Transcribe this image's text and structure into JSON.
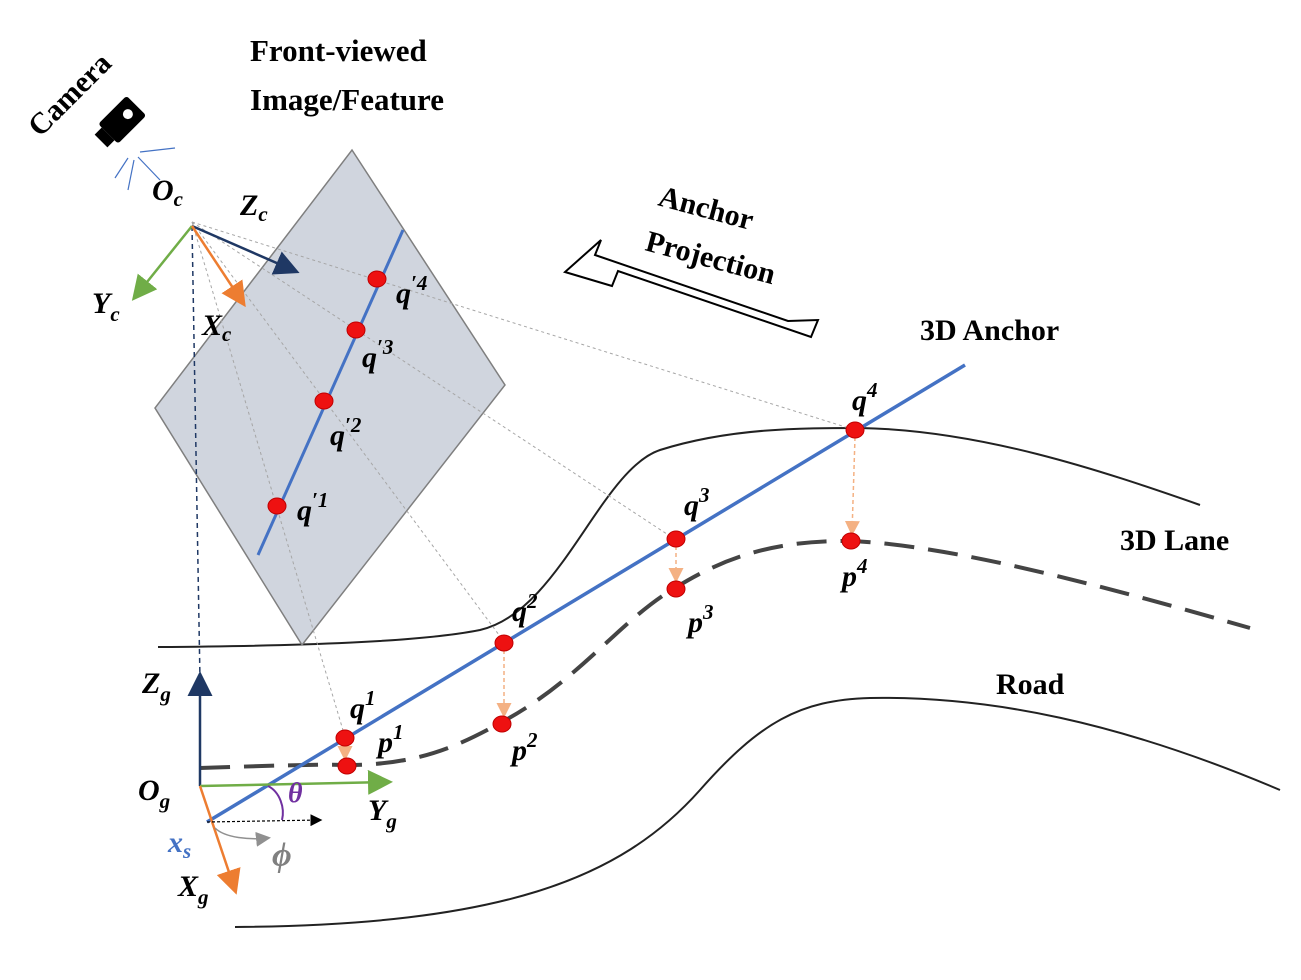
{
  "labels": {
    "camera": "Camera",
    "image_title_line1": "Front-viewed",
    "image_title_line2": "Image/Feature",
    "anchor_projection_line1": "Anchor",
    "anchor_projection_line2": "Projection",
    "anchor_3d": "3D Anchor",
    "lane_3d": "3D Lane",
    "road": "Road"
  },
  "camera_frame": {
    "origin": "O",
    "origin_sub": "c",
    "z_axis": "Z",
    "z_sub": "c",
    "y_axis": "Y",
    "y_sub": "c",
    "x_axis": "X",
    "x_sub": "c"
  },
  "ground_frame": {
    "origin": "O",
    "origin_sub": "g",
    "z_axis": "Z",
    "z_sub": "g",
    "y_axis": "Y",
    "y_sub": "g",
    "x_axis": "X",
    "x_sub": "g",
    "theta": "θ",
    "phi": "ϕ",
    "start": "x",
    "start_sub": "s"
  },
  "anchor_points": [
    {
      "base": "q",
      "sup": "1"
    },
    {
      "base": "q",
      "sup": "2"
    },
    {
      "base": "q",
      "sup": "3"
    },
    {
      "base": "q",
      "sup": "4"
    }
  ],
  "projected_points": [
    {
      "base": "q",
      "sup": "′1"
    },
    {
      "base": "q",
      "sup": "′2"
    },
    {
      "base": "q",
      "sup": "′3"
    },
    {
      "base": "q",
      "sup": "′4"
    }
  ],
  "lane_points": [
    {
      "base": "p",
      "sup": "1"
    },
    {
      "base": "p",
      "sup": "2"
    },
    {
      "base": "p",
      "sup": "3"
    },
    {
      "base": "p",
      "sup": "4"
    }
  ],
  "colors": {
    "anchor_line": "#4472c4",
    "point": "#ee1111",
    "y_axis": "#70ad47",
    "x_axis": "#ed7d31",
    "z_axis": "#1f3864",
    "theta": "#7030a0",
    "phi": "#808080",
    "image_plane": "#d0d5de"
  }
}
